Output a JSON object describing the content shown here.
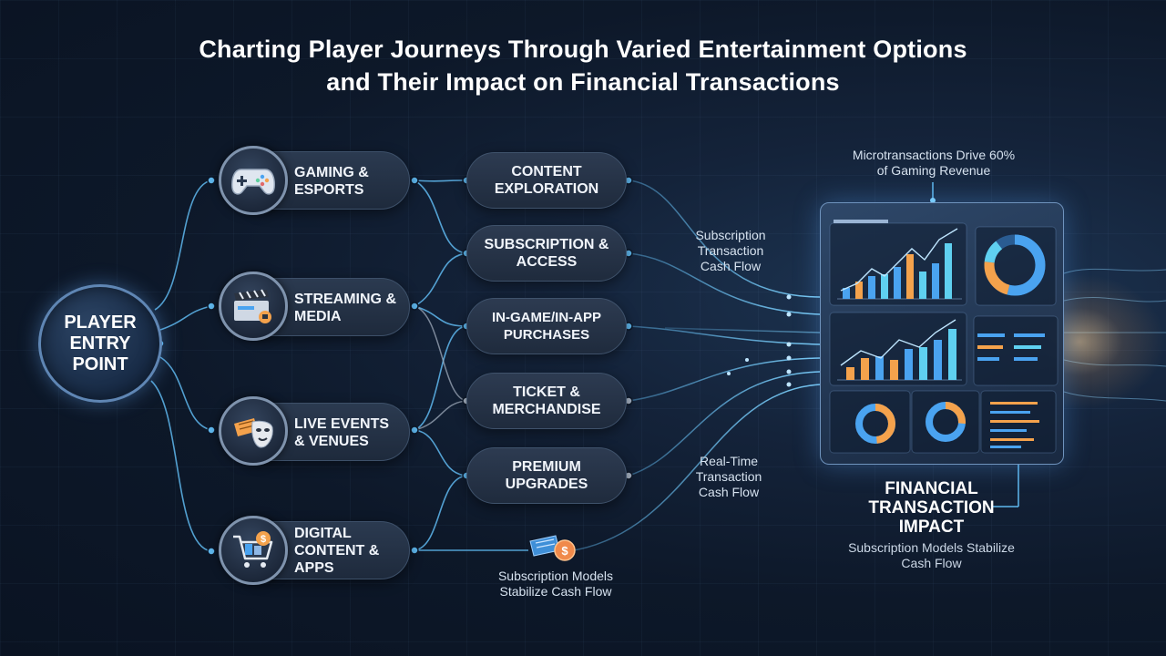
{
  "title": {
    "line1": "Charting Player Journeys Through Varied Entertainment Options",
    "line2": "and Their Impact on Financial Transactions"
  },
  "entry": {
    "label": "PLAYER ENTRY POINT"
  },
  "categories": [
    {
      "label": "GAMING & ESPORTS",
      "icon": "gamepad-icon"
    },
    {
      "label": "STREAMING & MEDIA",
      "icon": "clapperboard-icon"
    },
    {
      "label": "LIVE EVENTS & VENUES",
      "icon": "ticket-mask-icon"
    },
    {
      "label": "DIGITAL CONTENT & APPS",
      "icon": "shopping-cart-icon"
    }
  ],
  "stages": [
    {
      "label": "CONTENT EXPLORATION"
    },
    {
      "label": "SUBSCRIPTION & ACCESS"
    },
    {
      "label": "IN-GAME/IN-APP PURCHASES"
    },
    {
      "label": "TICKET & MERCHANDISE"
    },
    {
      "label": "PREMIUM UPGRADES"
    }
  ],
  "annotations": {
    "microtransactions": "Microtransactions Drive 60% of Gaming Revenue",
    "subscription_flow": "Subscription Transaction Cash Flow",
    "realtime_flow": "Real-Time Transaction Cash Flow",
    "subscription_models": "Subscription Models Stabilize Cash Flow"
  },
  "dashboard": {
    "icon": "analytics-dashboard-icon",
    "colors": {
      "blue": "#4aa3f0",
      "orange": "#f4a24c",
      "cyan": "#5fd0f0"
    }
  },
  "impact": {
    "title": "FINANCIAL TRANSACTION IMPACT",
    "subtitle": "Subscription Models Stabilize Cash Flow"
  },
  "colors": {
    "wire": "#5fb8ef",
    "wire_gray": "#a8b4c4",
    "accent_orange": "#f4a24c",
    "background": "#0d1829"
  }
}
